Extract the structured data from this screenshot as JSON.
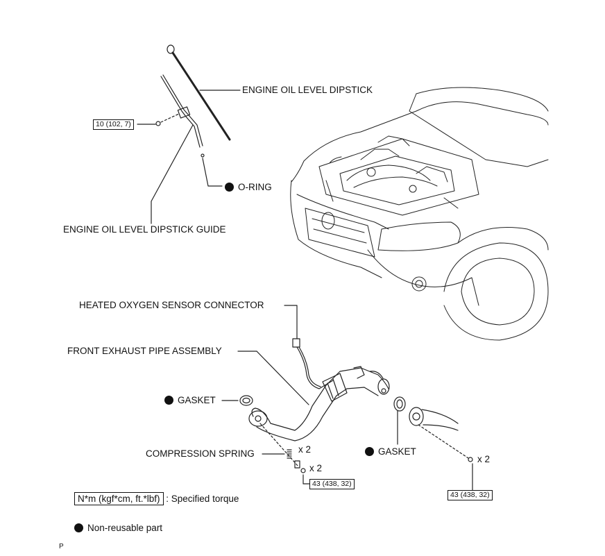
{
  "labels": {
    "dipstick": "ENGINE OIL LEVEL DIPSTICK",
    "oring": "O-RING",
    "dipstick_guide": "ENGINE OIL LEVEL DIPSTICK GUIDE",
    "sensor_connector": "HEATED OXYGEN SENSOR CONNECTOR",
    "exhaust_pipe": "FRONT EXHAUST PIPE ASSEMBLY",
    "gasket_left": "GASKET",
    "gasket_right": "GASKET",
    "compression_spring": "COMPRESSION SPRING",
    "qty_spring": "x 2",
    "qty_bolt_left": "x 2",
    "qty_bolt_right": "x 2"
  },
  "torque": {
    "dipstick_guide_bolt": "10 (102, 7)",
    "exhaust_bolt_left": "43 (438, 32)",
    "exhaust_bolt_right": "43 (438, 32)"
  },
  "legend": {
    "torque_units": "N*m (kgf*cm, ft.*lbf)",
    "torque_desc": ": Specified torque",
    "non_reusable": "Non-reusable part"
  },
  "page_code": "P"
}
